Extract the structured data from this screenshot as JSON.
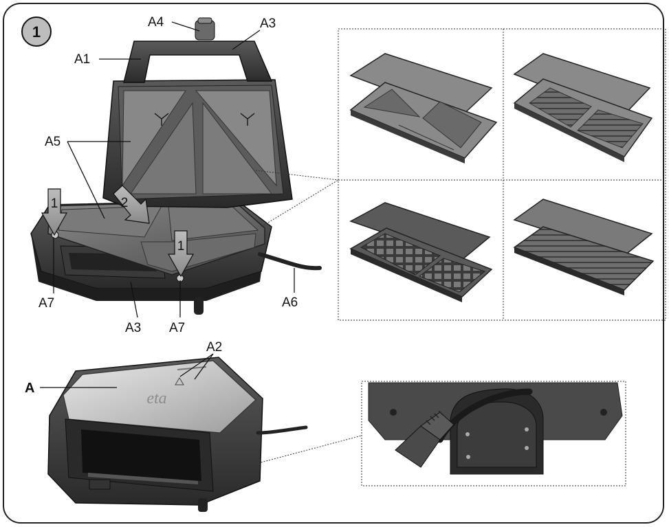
{
  "figure_number": "1",
  "labels": {
    "A1": "A1",
    "A2": "A2",
    "A3_top": "A3",
    "A3_bottom": "A3",
    "A4": "A4",
    "A5": "A5",
    "A6": "A6",
    "A7_left": "A7",
    "A7_right": "A7",
    "A": "A"
  },
  "arrows": {
    "step1_left": "1",
    "step1_right": "1",
    "step2": "2"
  },
  "plate_variants": [
    "sandwich-triangle-plates",
    "grill-stripe-sandwich-plates",
    "waffle-plates",
    "grill-plates"
  ],
  "logo_text": "eta"
}
